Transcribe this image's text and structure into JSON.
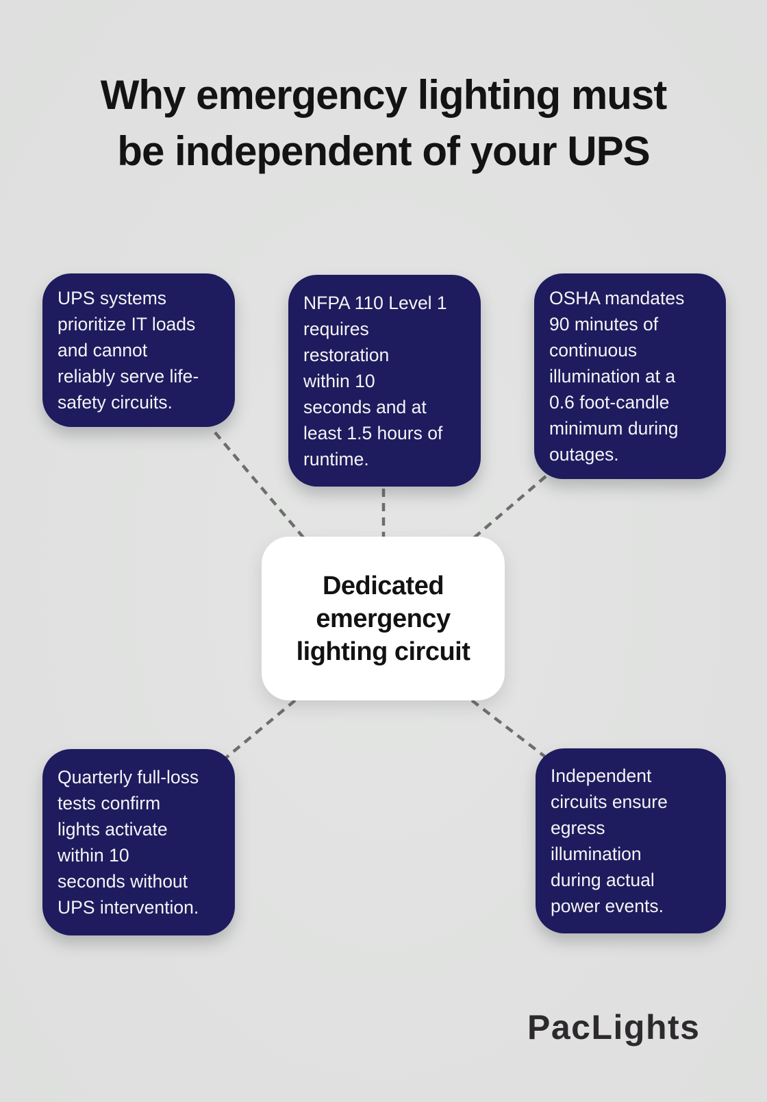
{
  "page": {
    "background_color": "#e0e1e0"
  },
  "title": {
    "text": "Why emergency lighting must\nbe independent of your UPS"
  },
  "center_node": {
    "label": "Dedicated\nemergency\nlighting circuit",
    "bg_color": "#ffffff",
    "text_color": "#121212"
  },
  "nodes": [
    {
      "id": "ups-priority",
      "text": "UPS systems\nprioritize IT loads\nand cannot\nreliably serve life-\nsafety circuits."
    },
    {
      "id": "nfpa-110",
      "text": "NFPA 110 Level 1\nrequires\nrestoration\nwithin 10\nseconds and at\nleast 1.5 hours of\nruntime."
    },
    {
      "id": "osha-mandate",
      "text": "OSHA mandates\n90 minutes of\ncontinuous\nillumination at a\n0.6 foot-candle\nminimum during\noutages."
    },
    {
      "id": "quarterly-tests",
      "text": "Quarterly full-loss\ntests confirm\nlights activate\nwithin 10\nseconds without\nUPS intervention."
    },
    {
      "id": "independent-circuits",
      "text": "Independent\ncircuits ensure\negress\nillumination\nduring actual\npower events."
    }
  ],
  "colors": {
    "node_bg": "#1e1b5e",
    "node_text": "#f4f4f6",
    "connector": "#6e6e6e",
    "title_text": "#131313",
    "logo_text": "#2d2a2d"
  },
  "logo": {
    "text": "PacLights"
  }
}
